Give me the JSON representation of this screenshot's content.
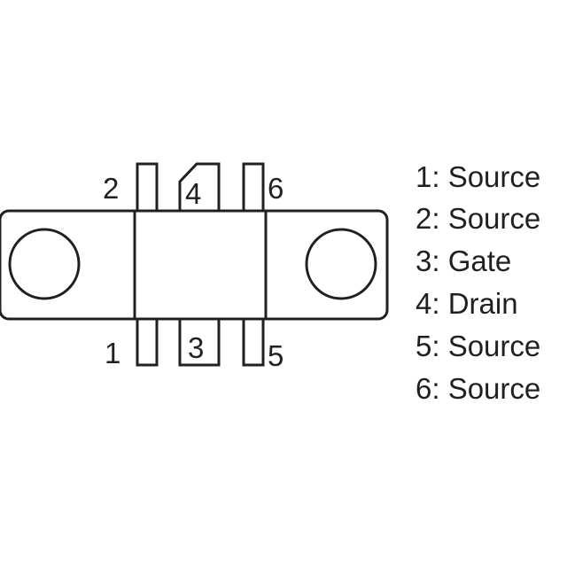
{
  "pin_numbers": {
    "pin1": "1",
    "pin2": "2",
    "pin3": "3",
    "pin4": "4",
    "pin5": "5",
    "pin6": "6"
  },
  "legend": [
    "1: Source",
    "2: Source",
    "3: Gate",
    "4: Drain",
    "5: Source",
    "6: Source"
  ],
  "colors": {
    "line": "#231f20",
    "background": "#ffffff"
  }
}
